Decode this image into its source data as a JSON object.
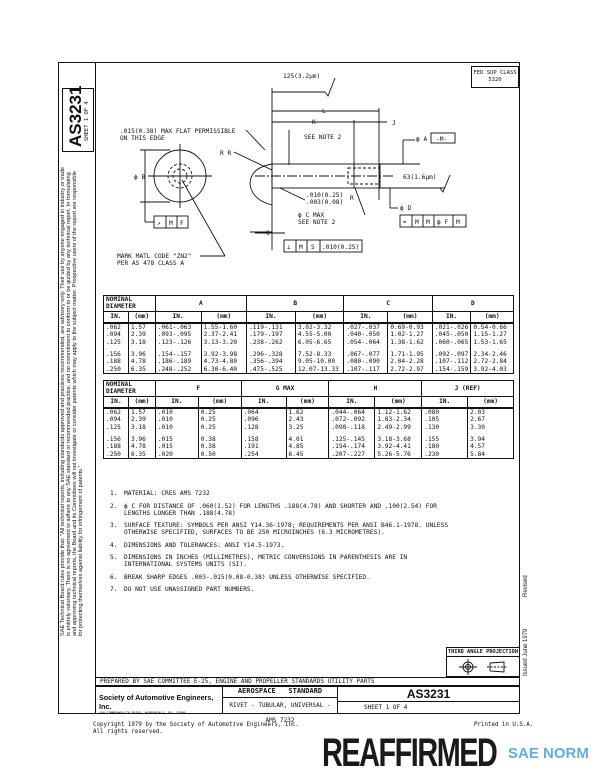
{
  "side_strip": {
    "doc_number": "AS3231",
    "sheet": "SHEET 1 OF 4",
    "legal_notice": "SAE Technical Board rules provide that: \"All technical reports, including standards approved and practices recommended, are advisory only. Their use by anyone engaged in industry or trade is entirely voluntary. There is no agreement to adhere to any SAE standard or recommended practice, and no commitment to conform to or be guided by any technical report. In formulating and approving technical reports, the Board and its Committees will not investigate or consider patents which may apply to the subject matter. Prospective users of the report are responsible for protecting themselves against liability for infringement of patents.\""
  },
  "right_strip": {
    "issued": "Issued June 1979",
    "revised": "Revised"
  },
  "fsc": {
    "line1": "FED SUP CLASS",
    "line2": "5320"
  },
  "drawing": {
    "surface_top": "125(3.2µm)",
    "dim_L": "L",
    "dim_K": "K",
    "dim_J": "J",
    "flat_note": [
      ".015(0.38) MAX FLAT PERMISSIBLE",
      "ON THIS EDGE"
    ],
    "see_note_2": "SEE NOTE 2",
    "radius_R": "R R",
    "dia_B": "ϕ B",
    "dia_A": "ϕ A",
    "datum_M": "-M-",
    "surface_shank": "63(1.6µm)",
    "fillet": [
      ".010(0.25)",
      ".003(0.08)"
    ],
    "fillet_R": "R",
    "dia_D": "ϕ D",
    "dia_C": [
      "ϕ C MAX",
      "SEE NOTE 2"
    ],
    "dim_C": "C",
    "runout_frame": [
      "↗",
      "M",
      "F"
    ],
    "position_frame": [
      "⌖",
      "M",
      "M",
      "ϕ F",
      "M"
    ],
    "perp_frame": [
      "⊥",
      "M",
      "S",
      ".010(0.25)"
    ],
    "mark_note": [
      "MARK MATL CODE \"ZN2\"",
      "PER AS 478 CLASS A"
    ]
  },
  "table1": {
    "nominal_header": "NOMINAL DIAMETER",
    "groups": [
      "A",
      "B",
      "C",
      "D"
    ],
    "units": [
      "IN.",
      "(mm)"
    ],
    "rows": [
      [
        ".062",
        "1.57",
        ".061-.063",
        "1.55-1.60",
        ".119-.131",
        "3.02-3.32",
        ".027-.037",
        "0.69-0.93",
        ".021-.026",
        "0.54-0.66"
      ],
      [
        ".094",
        "2.39",
        ".093-.095",
        "2.37-2.41",
        ".179-.197",
        "4.55-5.00",
        ".040-.050",
        "1.02-1.27",
        ".045-.050",
        "1.15-1.27"
      ],
      [
        ".125",
        "3.18",
        ".123-.126",
        "3.13-3.20",
        ".238-.262",
        "6.05-6.65",
        ".054-.064",
        "1.38-1.62",
        ".060-.065",
        "1.53-1.65"
      ],
      [
        ".156",
        "3.96",
        ".154-.157",
        "3.92-3.98",
        ".296-.328",
        "7.52-8.33",
        ".067-.077",
        "1.71-1.95",
        ".092-.097",
        "2.34-2.46"
      ],
      [
        ".188",
        "4.78",
        ".186-.189",
        "4.73-4.80",
        ".356-.394",
        "9.05-10.00",
        ".080-.090",
        "2.04-2.28",
        ".107-.112",
        "2.72-2.84"
      ],
      [
        ".250",
        "6.35",
        ".248-.252",
        "6.30-6.40",
        ".475-.525",
        "12.07-13.33",
        ".107-.117",
        "2.72-2.97",
        ".154-.159",
        "3.92-4.03"
      ]
    ]
  },
  "table2": {
    "nominal_header": "NOMINAL DIAMETER",
    "groups": [
      "F",
      "G MAX",
      "H",
      "J (REF)"
    ],
    "units": [
      "IN.",
      "(mm)"
    ],
    "rows": [
      [
        ".062",
        "1.57",
        ".010",
        "0.25",
        ".064",
        "1.62",
        ".044-.064",
        "1.12-1.62",
        ".080",
        "2.03"
      ],
      [
        ".094",
        "2.39",
        ".010",
        "0.25",
        ".096",
        "2.43",
        ".072-.092",
        "1.83-2.34",
        ".105",
        "2.67"
      ],
      [
        ".125",
        "3.18",
        ".010",
        "0.25",
        ".128",
        "3.25",
        ".098-.118",
        "2.49-2.99",
        ".130",
        "3.30"
      ],
      [
        ".156",
        "3.96",
        ".015",
        "0.38",
        ".158",
        "4.01",
        ".125-.145",
        "3.18-3.68",
        ".155",
        "3.94"
      ],
      [
        ".188",
        "4.78",
        ".015",
        "0.38",
        ".191",
        "4.85",
        ".154-.174",
        "3.92-4.41",
        ".180",
        "4.57"
      ],
      [
        ".250",
        "6.35",
        ".020",
        "0.50",
        ".254",
        "6.45",
        ".207-.227",
        "5.26-5.76",
        ".230",
        "5.84"
      ]
    ]
  },
  "notes": [
    {
      "n": "1.",
      "text": "MATERIAL:  CRES AMS 7232"
    },
    {
      "n": "2.",
      "text": "ϕ C FOR DISTANCE OF .060(1.52) FOR LENGTHS .188(4.78) AND SHORTER AND .100(2.54) FOR LENGTHS LONGER THAN .188(4.78)"
    },
    {
      "n": "3.",
      "text": "SURFACE TEXTURE:  SYMBOLS PER ANSI Y14.36-1978; REQUIREMENTS PER ANSI B46.1-1978. UNLESS OTHERWISE SPECIFIED, SURFACES TO BE 250 MICROINCHES (6.3 MICROMETRES)."
    },
    {
      "n": "4.",
      "text": "DIMENSIONS AND TOLERANCES:  ANSI Y14.5-1973."
    },
    {
      "n": "5.",
      "text": "DIMENSIONS IN INCHES (MILLIMETRES), METRIC CONVERSIONS IN PARENTHESIS ARE IN INTERNATIONAL SYSTEMS UNITS (SI)."
    },
    {
      "n": "6.",
      "text": "BREAK SHARP EDGES .003-.015(0.08-0.38) UNLESS OTHERWISE SPECIFIED."
    },
    {
      "n": "7.",
      "text": "DO NOT USE UNASSIGNED PART NUMBERS."
    }
  ],
  "title_block": {
    "projection": "THIRD ANGLE PROJECTION",
    "prepared_by": "PREPARED BY SAE COMMITTEE E-25, ENGINE AND PROPELLER STANDARDS UTILITY PARTS",
    "org": "Society of Automotive Engineers, Inc.",
    "org_address": "400 COMMONWEALTH DRIVE, WARRENDALE, PA. 15096",
    "standard_type": "AEROSPACE   STANDARD",
    "title": "RIVET - TUBULAR, UNIVERSAL - AMS 7232",
    "doc_number": "AS3231",
    "sheet": "SHEET 1 OF 4"
  },
  "footer": {
    "copyright": "Copyright 1979 by the Society of Automotive Engineers, Inc.",
    "rights": "All rights reserved.",
    "printed": "Printed in U.S.A.",
    "stamp": "REAFFIRMED",
    "watermark": "SAE NORM"
  }
}
